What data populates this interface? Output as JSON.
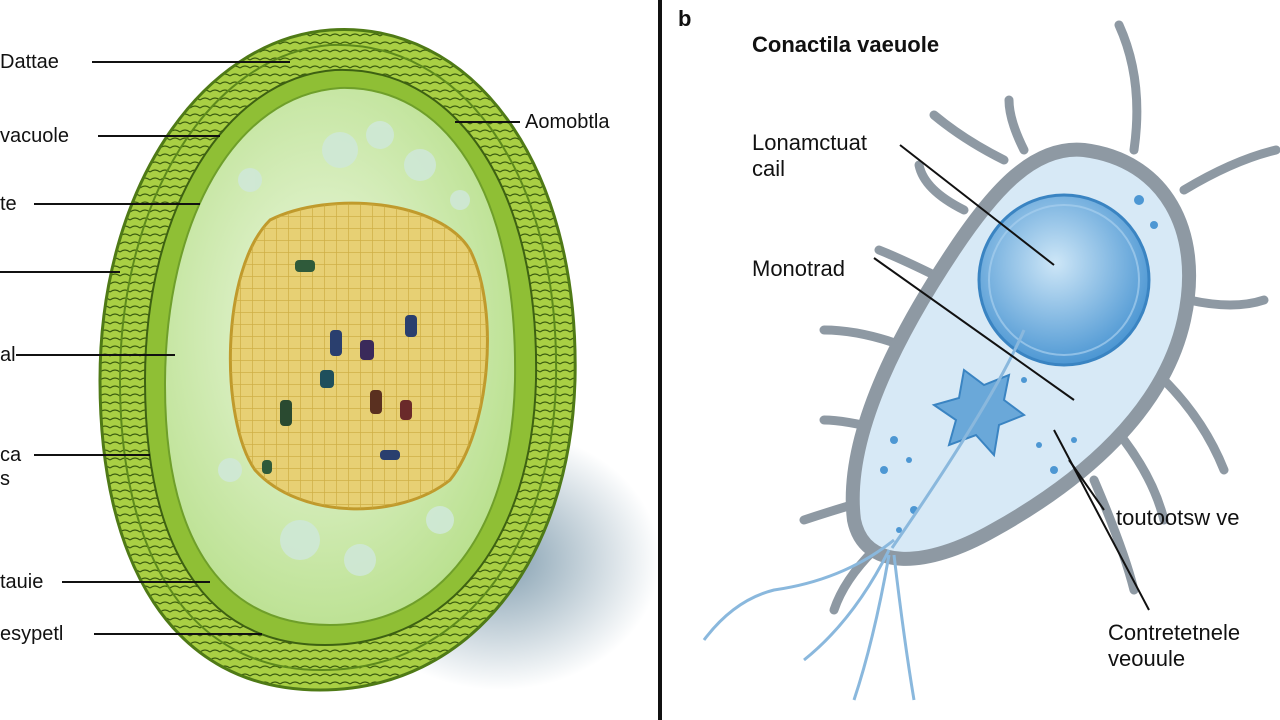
{
  "panel_a": {
    "labels": [
      {
        "id": "a1",
        "text": "Dattae"
      },
      {
        "id": "a2",
        "text": "vacuole"
      },
      {
        "id": "a3",
        "text": "te"
      },
      {
        "id": "a4",
        "text": "al"
      },
      {
        "id": "a5",
        "text": "ca\ns"
      },
      {
        "id": "a6",
        "text": "tauie"
      },
      {
        "id": "a7",
        "text": "esypetl"
      },
      {
        "id": "a8",
        "text": "Aomobtla"
      }
    ],
    "colors": {
      "wall": "#9cc43a",
      "wall_dark": "#4f7a16",
      "cytoplasm": "#d8f0c2",
      "nucleus": "#e2c95a"
    }
  },
  "panel_b": {
    "letter": "b",
    "title": "Conactila vaeuole",
    "labels": [
      {
        "id": "b1",
        "text": "Lonamctuat\ncail"
      },
      {
        "id": "b2",
        "text": "Monotrad"
      },
      {
        "id": "b3",
        "text": "toutootsw ve"
      },
      {
        "id": "b4",
        "text": "Contretetnele\nveouule"
      }
    ],
    "colors": {
      "membrane": "#8e99a3",
      "interior": "#d7e9f6",
      "vacuole": "#5fa6dc",
      "nucleus": "#6aa8d9"
    }
  }
}
